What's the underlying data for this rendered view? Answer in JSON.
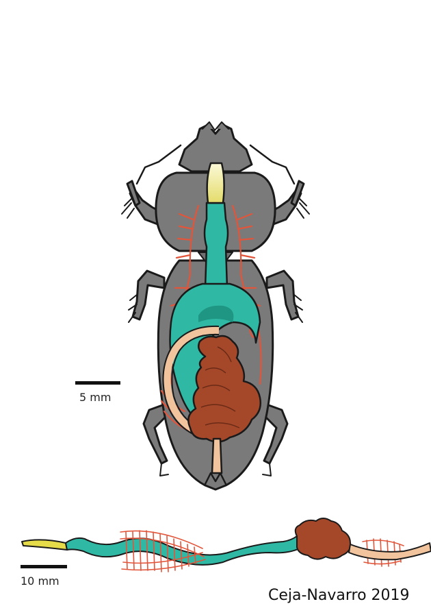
{
  "scale_bars": {
    "beetle": "5 mm",
    "gut": "10 mm"
  },
  "credit": "Ceja-Navarro 2019",
  "colors": {
    "body": "#7a7a7a",
    "outline": "#1a1a1a",
    "foregut": "#f4efb0",
    "midgut": "#2fb9a4",
    "trachea": "#e2553a",
    "malpighian": "#f2c49e",
    "hindgut": "#a5482a"
  }
}
